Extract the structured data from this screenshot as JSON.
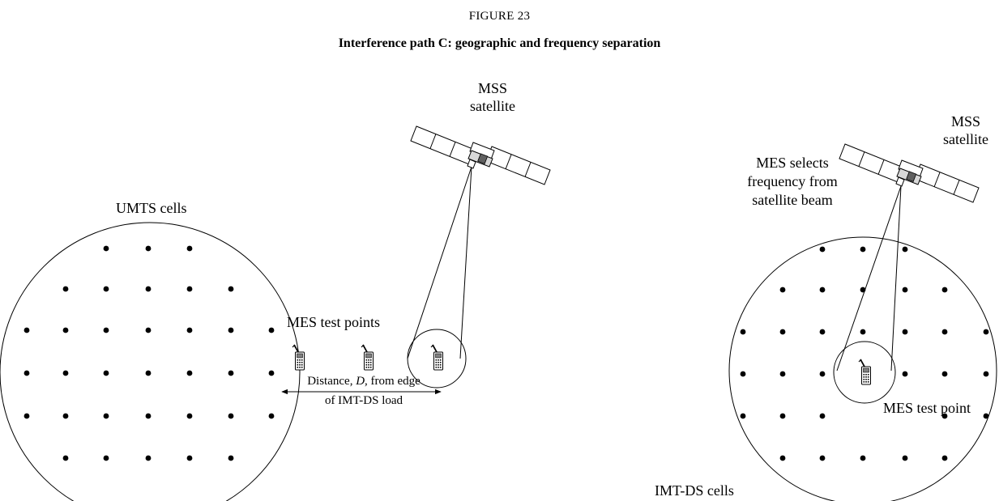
{
  "figure": {
    "number": "FIGURE 23",
    "title": "Interference path C: geographic and frequency separation"
  },
  "left_scenario": {
    "cell_area_label": "UMTS cells",
    "satellite_label_line1": "MSS",
    "satellite_label_line2": "satellite",
    "test_points_label": "MES test points",
    "distance_label_line1_prefix": "Distance, ",
    "distance_label_line1_var": "D",
    "distance_label_line1_suffix": ", from edge",
    "distance_label_line2": "of IMT-DS load"
  },
  "right_scenario": {
    "cell_area_label": "IMT-DS cells",
    "satellite_label_line1": "MSS",
    "satellite_label_line2": "satellite",
    "frequency_note_line1": "MES selects",
    "frequency_note_line2": "frequency from",
    "frequency_note_line3": "satellite beam",
    "test_point_label": "MES test point"
  },
  "icons": {
    "satellite": "satellite-icon",
    "mobile_terminal": "mobile-phone-icon",
    "cell_site": "cell-dot"
  }
}
